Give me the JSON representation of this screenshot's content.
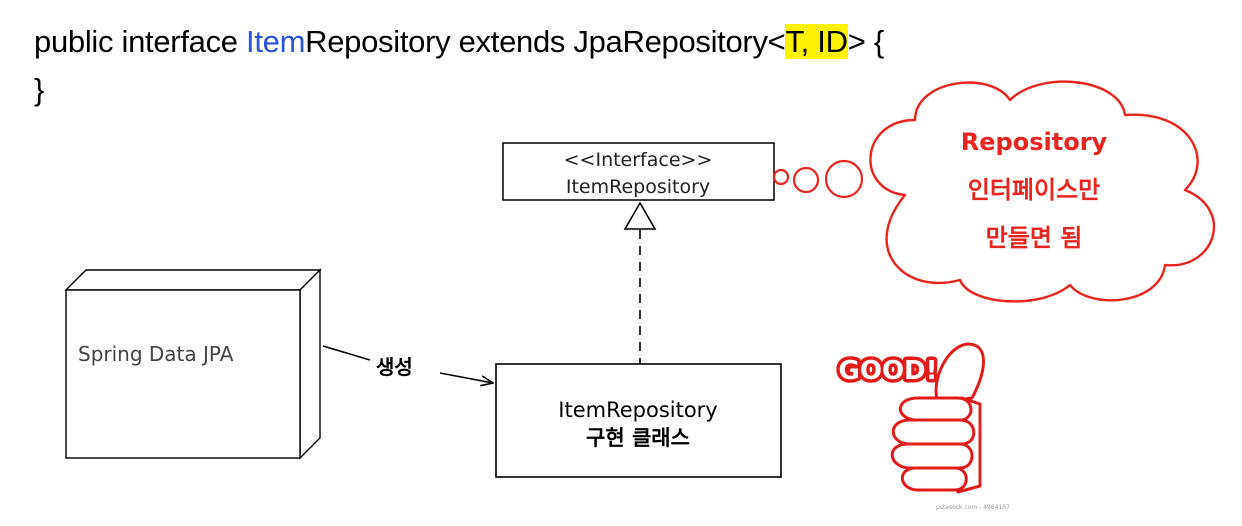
{
  "code": {
    "line1": {
      "prefix": "public interface ",
      "name_highlight": "Item",
      "name_rest": "Repository extends JpaRepository",
      "open_angle": "<",
      "type_params": "T, ID",
      "close_rest": "> {"
    },
    "line2": "}"
  },
  "diagram": {
    "interface_box": {
      "stereotype": "<<Interface>>",
      "name": "ItemRepository"
    },
    "impl_box": {
      "line1": "ItemRepository",
      "line2": "구현 클래스"
    },
    "spring_box": {
      "label": "Spring Data JPA"
    },
    "creates_label": "생성"
  },
  "thought_bubble": {
    "line1": "Repository",
    "line2": "인터페이스만",
    "line3": "만들면 됨"
  },
  "good_sticker": {
    "text": "GOOD!"
  },
  "watermark": {
    "stamp": "pstasock.com - 4964157"
  },
  "colors": {
    "highlight_blue": "#2b52e0",
    "highlight_yellow": "#fff200",
    "bubble_red": "#e8251f",
    "thumb_red": "#e21b1b"
  }
}
